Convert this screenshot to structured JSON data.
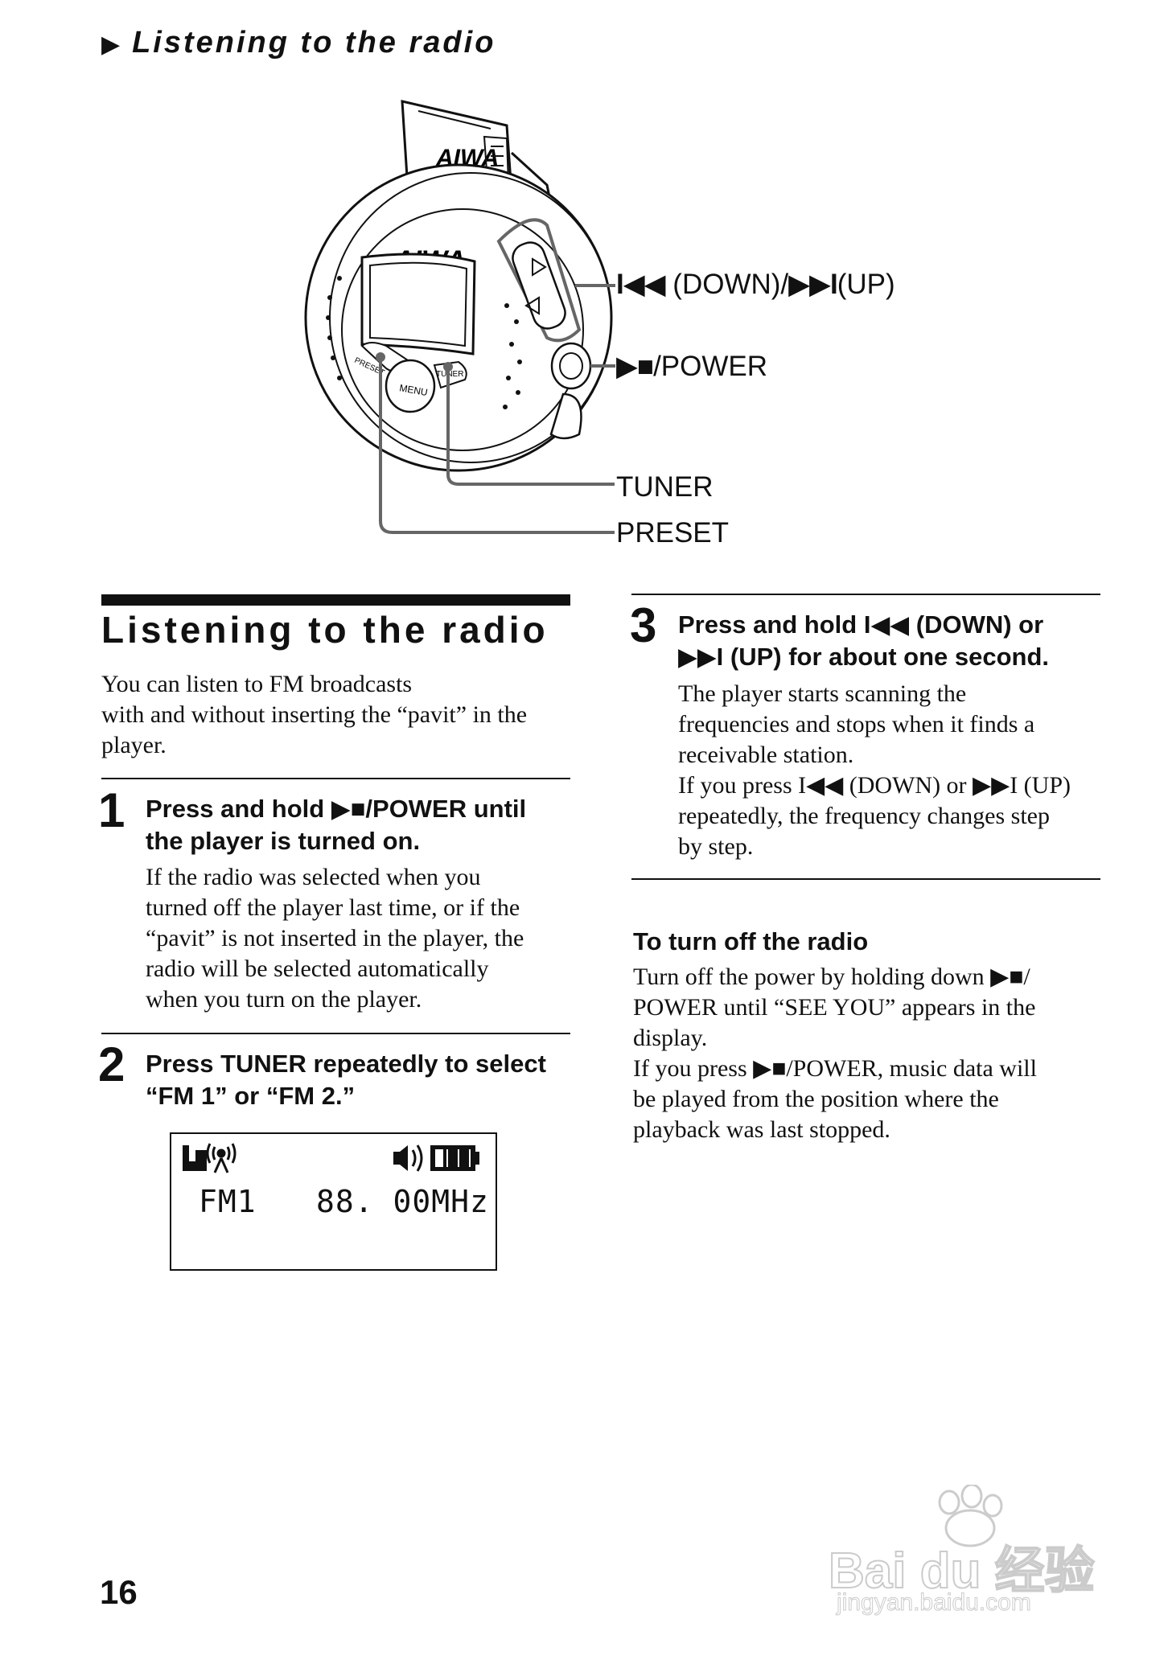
{
  "running_head": {
    "marker": "▶",
    "text": "Listening to the radio"
  },
  "figure": {
    "device_brand": "AIWA",
    "button_labels": {
      "preset": "PRESET",
      "menu": "MENU",
      "tuner": "TUNER"
    },
    "callouts": {
      "skip": {
        "symbols_left": "I◀◀",
        "text_mid": " (DOWN)/",
        "symbols_right": "▶▶I",
        "text_end": "(UP)"
      },
      "power": {
        "symbols": "▶■",
        "text": "/POWER"
      },
      "tuner": "TUNER",
      "preset": "PRESET"
    }
  },
  "section": {
    "title": "Listening to the radio",
    "intro": [
      "You can listen to FM broadcasts",
      "with and without inserting the “pavit” in the",
      "player."
    ]
  },
  "steps": [
    {
      "number": "1",
      "heading": [
        "Press and hold ▶■/POWER until",
        "the player is turned on."
      ],
      "body": [
        "If the radio was selected when you",
        "turned off the player last time, or if the",
        "“pavit” is not inserted in the player, the",
        "radio will be selected automatically",
        "when you turn on the player."
      ]
    },
    {
      "number": "2",
      "heading": [
        "Press TUNER repeatedly to select",
        "“FM 1” or “FM 2.”"
      ],
      "display": {
        "mode": "FM1",
        "frequency": "88. 00MHz"
      }
    },
    {
      "number": "3",
      "heading": [
        "Press and hold I◀◀ (DOWN) or",
        "▶▶I (UP) for about one second."
      ],
      "body": [
        "The player starts scanning the",
        "frequencies and stops when it finds a",
        "receivable station.",
        "If you press I◀◀  (DOWN) or ▶▶I (UP)",
        "repeatedly, the frequency changes step",
        "by step."
      ]
    }
  ],
  "turn_off": {
    "heading": "To turn off the radio",
    "body": [
      "Turn off the power by holding down ▶■/",
      "POWER until “SEE YOU” appears in the",
      "display.",
      "If you press ▶■/POWER, music data will",
      "be played from the position where the",
      "playback was last stopped."
    ]
  },
  "page_number": "16",
  "watermark": {
    "brand": "Bai du 经验",
    "url": "jingyan.baidu.com"
  }
}
